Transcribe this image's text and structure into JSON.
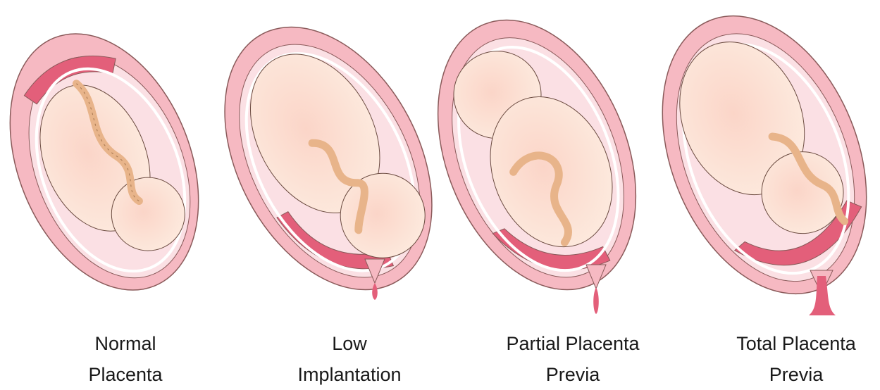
{
  "panels": [
    {
      "line1": "Normal",
      "line2": "Placenta"
    },
    {
      "line1": "Low",
      "line2": "Implantation"
    },
    {
      "line1": "Partial Placenta",
      "line2": "Previa"
    },
    {
      "line1": "Total Placenta",
      "line2": "Previa"
    }
  ],
  "colors": {
    "uterus_wall": "#f6b9c2",
    "uterus_outline": "#8a5a5a",
    "placenta": "#e35f7a",
    "amniotic_sac": "#fbe0e4",
    "fetus_skin": "#fbe1d3",
    "umbilical_cord": "#e8b48a",
    "membrane": "#ffffff",
    "blood": "#e35f7a"
  }
}
